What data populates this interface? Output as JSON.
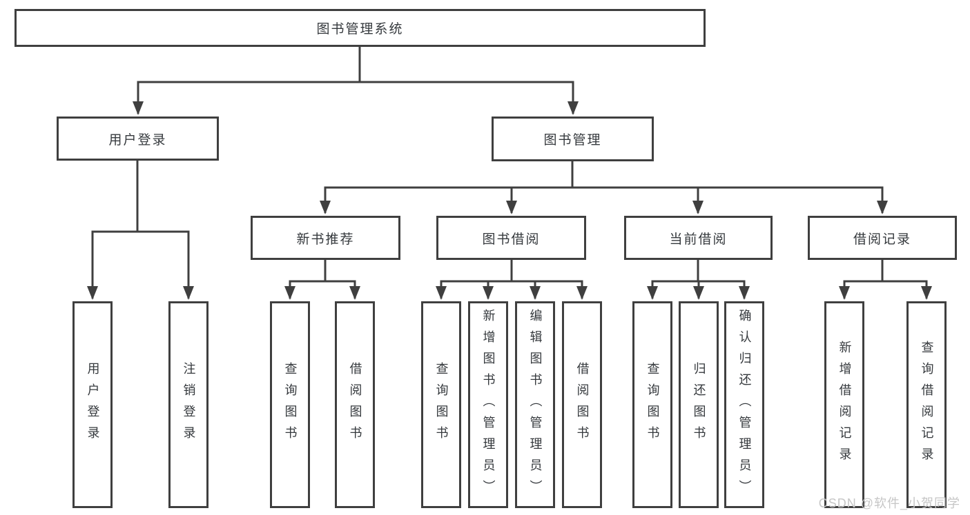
{
  "diagram": {
    "root": {
      "label": "图书管理系统"
    },
    "branches": [
      {
        "label": "用户登录",
        "leaves": [
          "用户登录",
          "注销登录"
        ]
      },
      {
        "label": "图书管理",
        "groups": [
          {
            "label": "新书推荐",
            "leaves": [
              "查询图书",
              "借阅图书"
            ]
          },
          {
            "label": "图书借阅",
            "leaves": [
              "查询图书",
              "新增图书（管理员）",
              "编辑图书（管理员）",
              "借阅图书"
            ]
          },
          {
            "label": "当前借阅",
            "leaves": [
              "查询图书",
              "归还图书",
              "确认归还（管理员）"
            ]
          },
          {
            "label": "借阅记录",
            "leaves": [
              "新增借阅记录",
              "查询借阅记录"
            ]
          }
        ]
      }
    ]
  },
  "watermark": "CSDN @软件_小贺同学",
  "colors": {
    "line": "#3f3f3f",
    "text": "#35393d",
    "watermark": "#c6c6c6",
    "background": "#ffffff"
  }
}
